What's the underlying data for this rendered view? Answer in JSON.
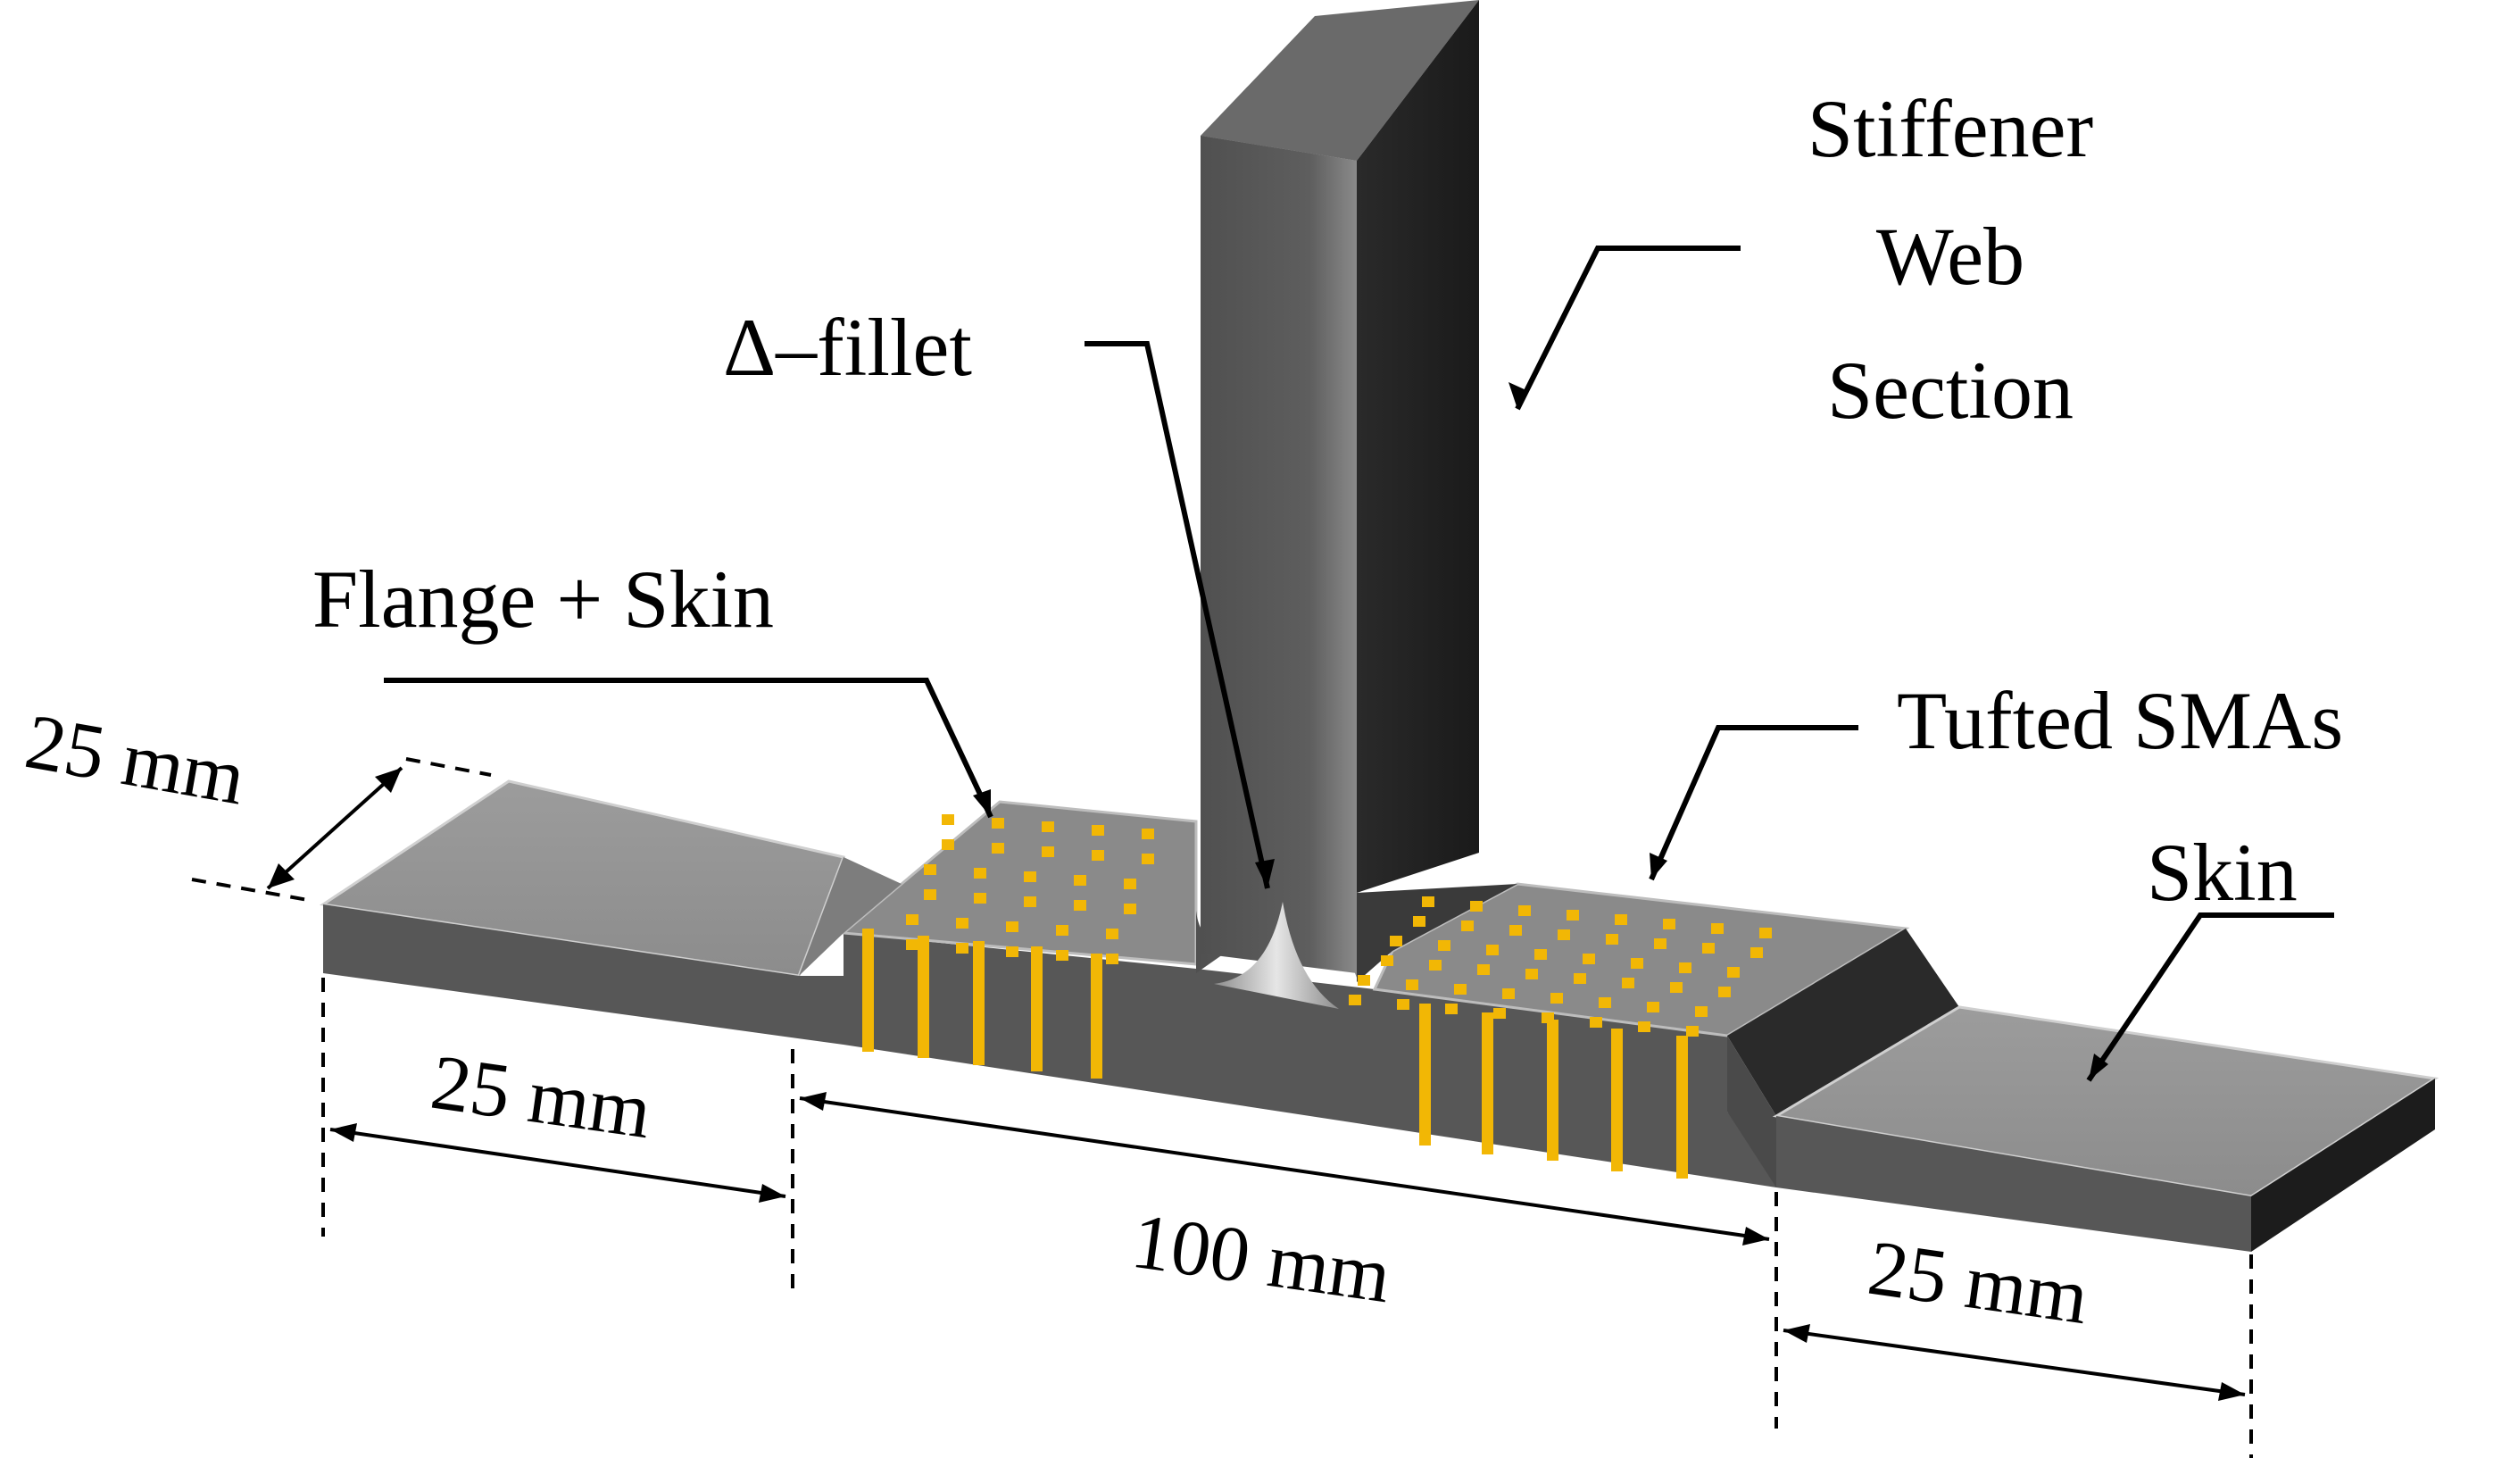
{
  "labels": {
    "stiffener_web_line1": "Stiffener",
    "stiffener_web_line2": "Web",
    "stiffener_web_line3": "Section",
    "delta_fillet": "Δ–fillet",
    "flange_skin": "Flange + Skin",
    "tufted_smas": "Tufted SMAs",
    "skin": "Skin"
  },
  "dimensions": {
    "width_depth": "25 mm",
    "left_skin_length": "25 mm",
    "center_length": "100 mm",
    "right_skin_length": "25 mm"
  },
  "colors": {
    "skin_top": "#9a9a9a",
    "skin_front": "#5a5a5a",
    "skin_right": "#1c1c1c",
    "flange_top": "#8a8a8a",
    "web_front": "#5c5c5c",
    "web_side": "#1e1e1e",
    "web_top": "#6a6a6a",
    "fillet": "#d0d0d0",
    "tuft": "#f2b705"
  }
}
